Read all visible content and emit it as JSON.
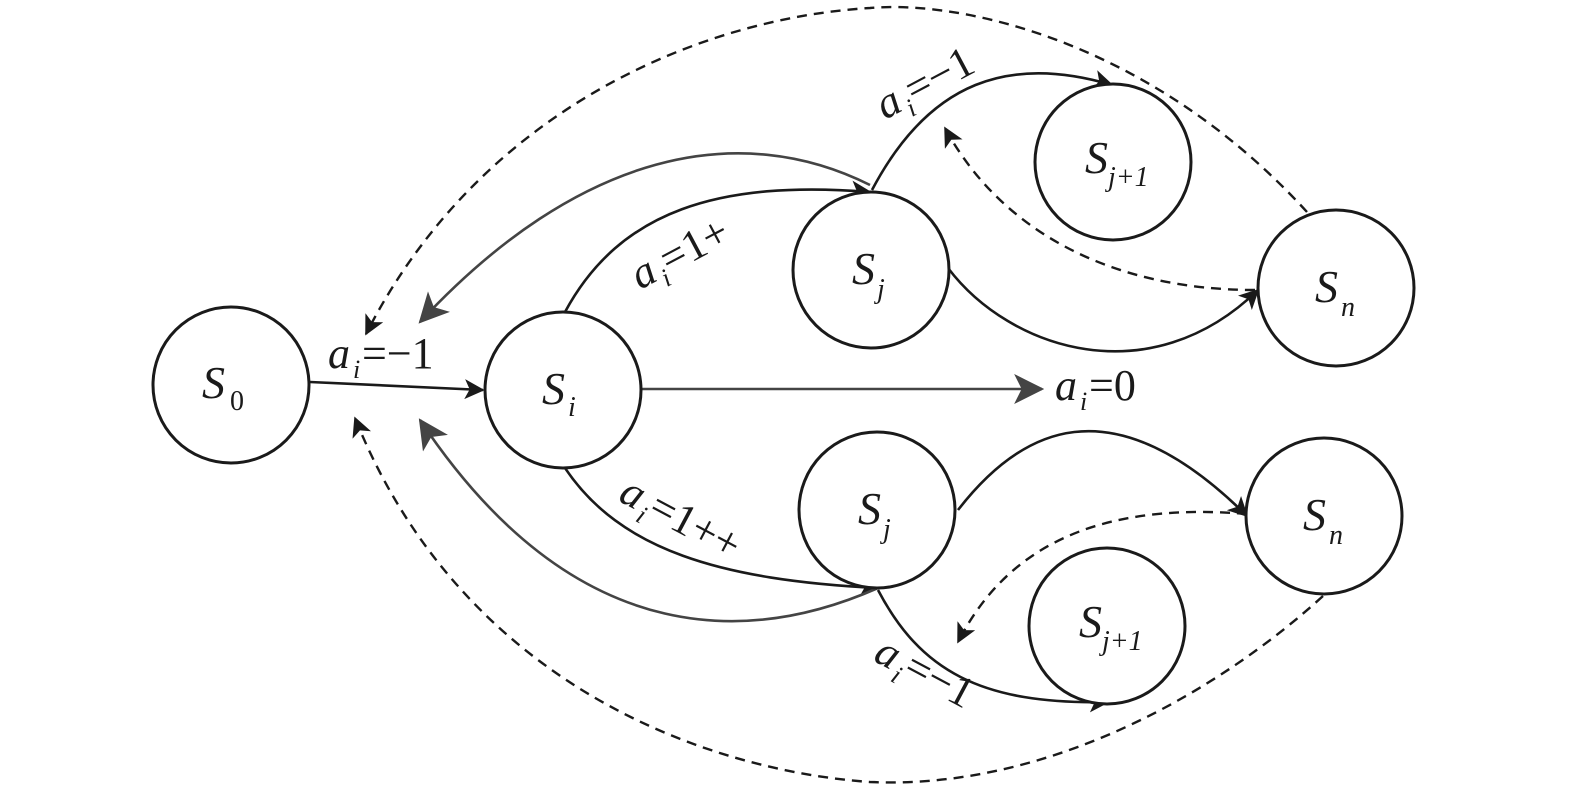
{
  "nodes": {
    "s0": {
      "base": "S",
      "sub": "0"
    },
    "si": {
      "base": "S",
      "sub": "i"
    },
    "sj_top": {
      "base": "S",
      "sub": "j"
    },
    "sj1_top": {
      "base": "S",
      "sub": "j+1"
    },
    "sn_top": {
      "base": "S",
      "sub": "n"
    },
    "sj_bot": {
      "base": "S",
      "sub": "j"
    },
    "sn_bot": {
      "base": "S",
      "sub": "n"
    },
    "sj1_bot": {
      "base": "S",
      "sub": "j+1"
    }
  },
  "edge_labels": {
    "s0_si": {
      "var": "a",
      "sub": "i",
      "rest": "=−1"
    },
    "si_sj_top": {
      "var": "a",
      "sub": "i",
      "rest": "=1+"
    },
    "sj_sj1_top": {
      "var": "a",
      "sub": "i",
      "rest": "=−1"
    },
    "si_zero": {
      "var": "a",
      "sub": "i",
      "rest": "=0"
    },
    "si_sj_bot": {
      "var": "a",
      "sub": "i",
      "rest": "=1++"
    },
    "sj_sj1_bot": {
      "var": "a",
      "sub": "i",
      "rest": "=−1"
    }
  }
}
